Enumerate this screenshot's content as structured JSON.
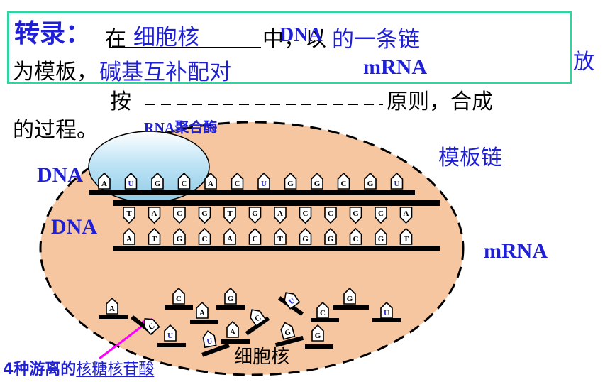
{
  "heading": {
    "title": "转录：",
    "line1_pre": "在",
    "blank1_answer": "细胞核",
    "line1_mid": "中，以",
    "dna_overlay": "DNA",
    "blank2_answer": "的一条链",
    "line2_pre": "为模板，",
    "blank3_answer": "碱基互补配对",
    "mrna_answer": "mRNA",
    "fang": "放",
    "line3_pre": "按",
    "line3_post": "原则，合成",
    "line4": "的过程。"
  },
  "labels": {
    "rna_polymerase": "RNA聚合酶",
    "template_strand": "模板链",
    "dna_top": "DNA",
    "dna_mid": "DNA",
    "mrna": "mRNA",
    "nucleus": "细胞核",
    "free_nucleotides_prefix": "4种游离的",
    "free_nucleotides_term": "核糖核苷酸"
  },
  "strands": {
    "mrna_bases": [
      "A",
      "U",
      "G",
      "C",
      "A",
      "C",
      "U",
      "G",
      "G",
      "C",
      "G",
      "U"
    ],
    "coding_bases": [
      "T",
      "A",
      "C",
      "G",
      "T",
      "G",
      "A",
      "C",
      "C",
      "G",
      "C",
      "A"
    ],
    "template_bases": [
      "A",
      "T",
      "G",
      "C",
      "A",
      "C",
      "T",
      "G",
      "G",
      "C",
      "G",
      "T"
    ]
  },
  "free_nucleotides": [
    "A",
    "C",
    "G",
    "C",
    "A",
    "C",
    "U",
    "U",
    "A",
    "U",
    "G",
    "C",
    "G",
    "G",
    "U"
  ],
  "colors": {
    "nucleus_fill": "#f5c6a0",
    "blue_text": "#1f1fd6",
    "box_border": "#2fd4a0",
    "arrow": "#ff00ff",
    "u_base": "#1f1fd6"
  }
}
